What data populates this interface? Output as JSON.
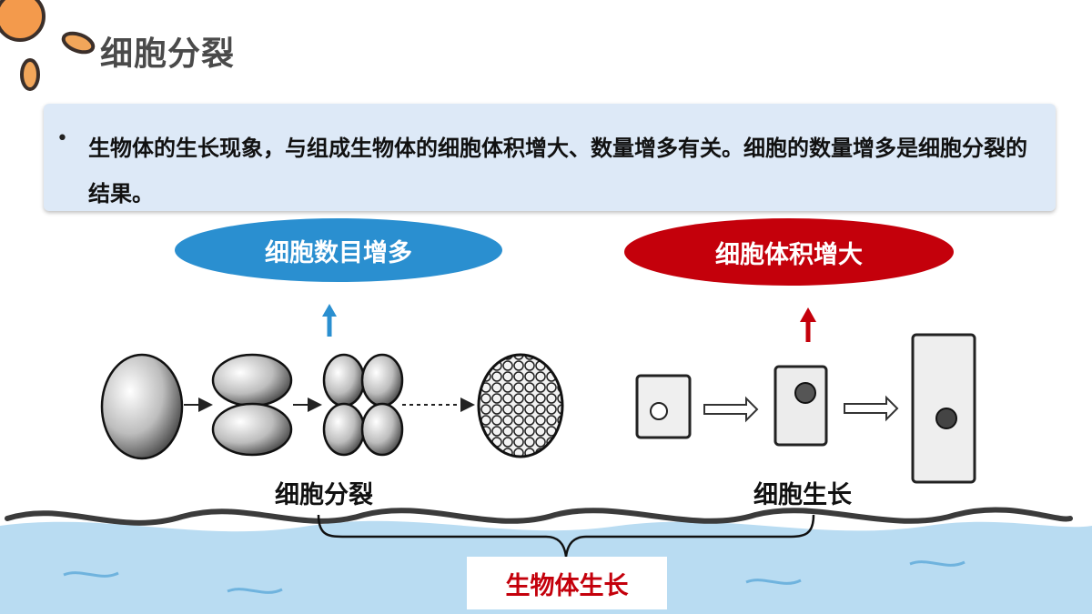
{
  "header": {
    "title": "细胞分裂"
  },
  "intro": {
    "bullet": "•",
    "text": "生物体的生长现象，与组成生物体的细胞体积增大、数量增多有关。细胞的数量增多是细胞分裂的结果。"
  },
  "left_panel": {
    "pill_label": "细胞数目增多",
    "pill_color": "#2a8fd0",
    "caption": "细胞分裂"
  },
  "right_panel": {
    "pill_label": "细胞体积增大",
    "pill_color": "#c4000b",
    "caption": "细胞生长"
  },
  "bottom": {
    "label": "生物体生长",
    "label_color": "#c4000b",
    "water_color": "#b9dcf2"
  }
}
